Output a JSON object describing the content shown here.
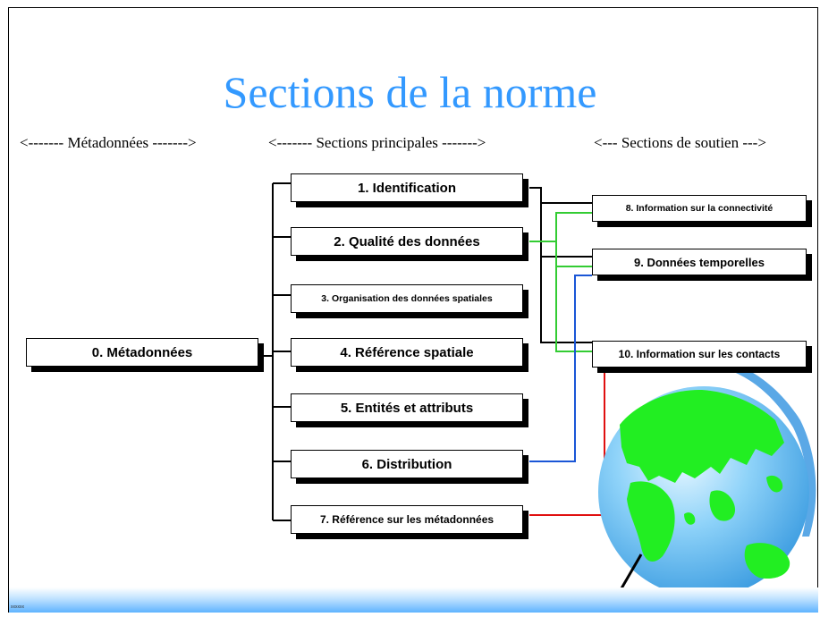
{
  "title": "Sections de la norme",
  "column_headers": {
    "metadata": "<------- Métadonnées ------->",
    "main": "<------- Sections principales ------->",
    "support": "<--- Sections de soutien --->"
  },
  "boxes": {
    "s0": "0. Métadonnées",
    "s1": "1. Identification",
    "s2": "2. Qualité des données",
    "s3": "3. Organisation des données spatiales",
    "s4": "4. Référence spatiale",
    "s5": "5. Entités et attributs",
    "s6": "6. Distribution",
    "s7": "7. Référence sur les métadonnées",
    "s8": "8. Information sur la connectivité",
    "s9": "9. Données temporelles",
    "s10": "10. Information sur les contacts"
  },
  "footer_mark": "xxxxxx",
  "colors": {
    "title": "#3399ff",
    "link_green": "#33cc33",
    "link_blue": "#1a56d6",
    "link_red": "#e01010",
    "globe_ocean": "#6fc3f5",
    "globe_land": "#22ee22"
  }
}
